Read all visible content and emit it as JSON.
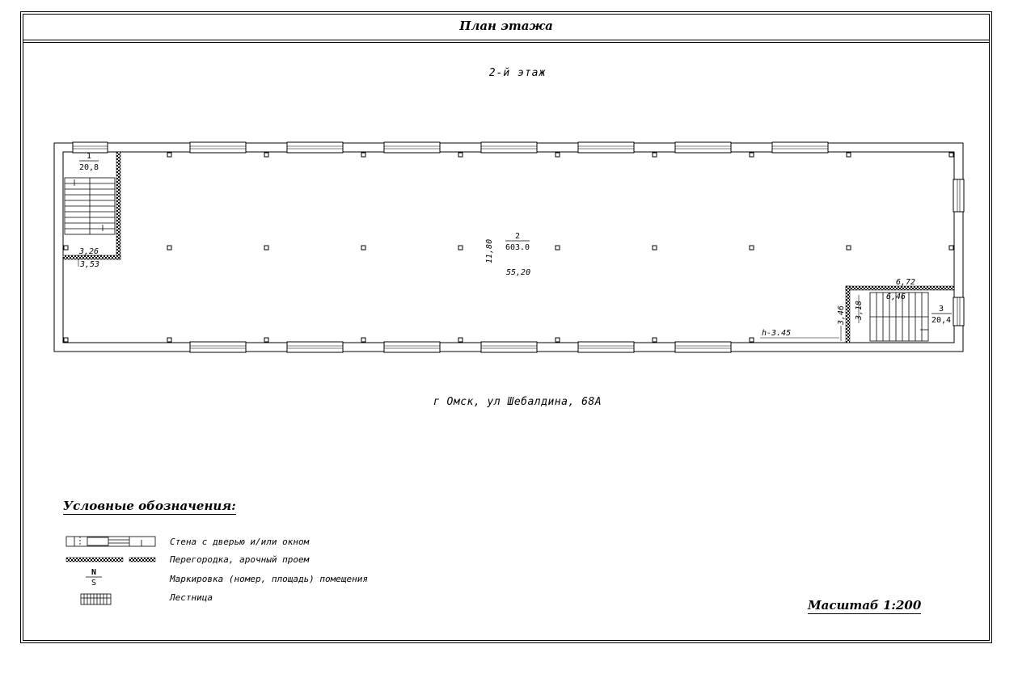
{
  "header": {
    "title": "План этажа"
  },
  "floor": {
    "label": "2-й этаж"
  },
  "address": "г Омск, ул Шебалдина, 68А",
  "rooms": [
    {
      "number": "1",
      "area": "20,8"
    },
    {
      "number": "2",
      "area": "603.0"
    },
    {
      "number": "3",
      "area": "20,4"
    }
  ],
  "dimensions": {
    "room1_width": "3,26",
    "room1_outer": "3,53",
    "hall_width": "11,80",
    "hall_length": "55,20",
    "room3_outer": "6,72",
    "room3_inner": "6,46",
    "room3_h_outer": "3,46",
    "room3_h_inner": "3,18",
    "height": "h-3.45"
  },
  "legend": {
    "title": "Условные обозначения:",
    "items": [
      {
        "symbol": "wall-door-window",
        "text": "Стена с дверью и/или окном"
      },
      {
        "symbol": "partition",
        "text": "Перегородка, арочный проем"
      },
      {
        "symbol": "room-marker",
        "text": "Маркировка (номер, площадь) помещения",
        "sym_top": "N",
        "sym_bottom": "S"
      },
      {
        "symbol": "stairs",
        "text": "Лестница"
      }
    ]
  },
  "scale": "Масштаб 1:200"
}
